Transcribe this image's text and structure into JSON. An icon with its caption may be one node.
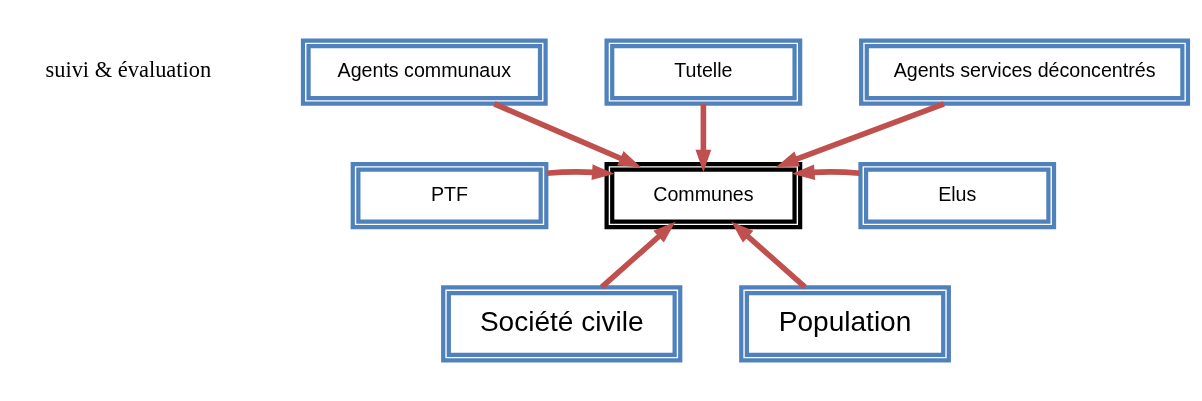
{
  "diagram": {
    "nodes": [
      {
        "text": [
          "Agents communaux"
        ]
      },
      {
        "text": [
          "Tutelle"
        ]
      },
      {
        "text": [
          "Agents services déconcentrés"
        ]
      },
      {
        "text": [
          "PTF"
        ]
      },
      {
        "text": [
          "Communes"
        ]
      },
      {
        "text": [
          "Elus"
        ]
      },
      {
        "text": [
          "Société civile"
        ]
      },
      {
        "text": [
          "Population"
        ]
      }
    ],
    "edges": [
      {
        "from": 0,
        "to": 4,
        "arrow": "to"
      },
      {
        "from": 1,
        "to": 4,
        "arrow": "to"
      },
      {
        "from": 2,
        "to": 4,
        "arrow": "to"
      },
      {
        "from": 3,
        "to": 4,
        "arrow": "to"
      },
      {
        "from": 5,
        "to": 4,
        "arrow": "to"
      },
      {
        "from": 6,
        "to": 4,
        "arrow": "to"
      },
      {
        "from": 7,
        "to": 4,
        "arrow": "to"
      }
    ],
    "labels": [
      "suivi & évaluation"
    ]
  }
}
